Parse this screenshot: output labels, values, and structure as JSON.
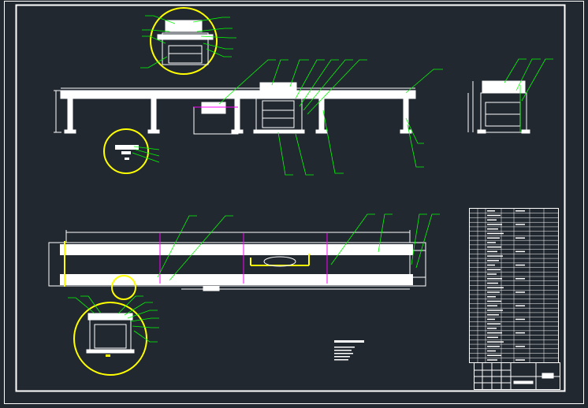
{
  "canvas": {
    "background": "#212830"
  },
  "colors": {
    "frame": "#ffffff",
    "linework": "#ffffff",
    "leader": "#00ff00",
    "detail_circle": "#ffff00",
    "highlight": "#ff00ff"
  },
  "views": [
    "front-view",
    "side-view",
    "top-view",
    "detail-view-upper",
    "detail-view-small",
    "detail-view-lower"
  ],
  "title_block": {
    "visible_text": []
  },
  "parts_list": {
    "visible_text": []
  },
  "technical_notes": {
    "visible_text": []
  }
}
